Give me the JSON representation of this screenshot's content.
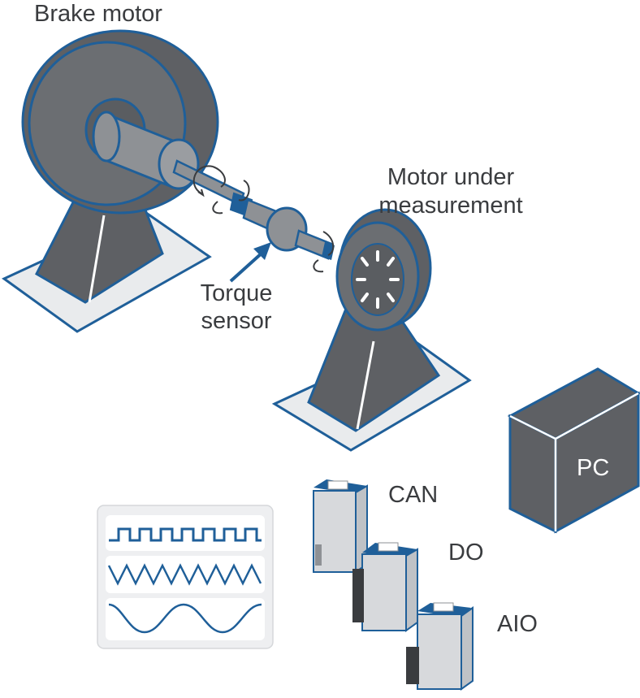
{
  "labels": {
    "brake_motor": "Brake motor",
    "motor_under_measurement_line1": "Motor under",
    "motor_under_measurement_line2": "measurement",
    "torque_sensor_line1": "Torque",
    "torque_sensor_line2": "sensor",
    "pc": "PC",
    "can": "CAN",
    "do": "DO",
    "aio": "AIO"
  },
  "colors": {
    "outline_blue": "#1f5f99",
    "metal_dark": "#5e6064",
    "metal_mid": "#74777b",
    "metal_light": "#8e9195",
    "base_plate": "#e9ebed",
    "module_body": "#d7d9dc",
    "panel_bg": "#eeeff1",
    "label_text": "#3a3c3f"
  },
  "icons": {
    "rotation_arrows": "curved-rotation-arrow-icon",
    "torque_pointer": "arrow-up-right-icon",
    "signal_square": "square-wave-icon",
    "signal_triangle": "triangle-wave-icon",
    "signal_sine": "sine-wave-icon"
  }
}
